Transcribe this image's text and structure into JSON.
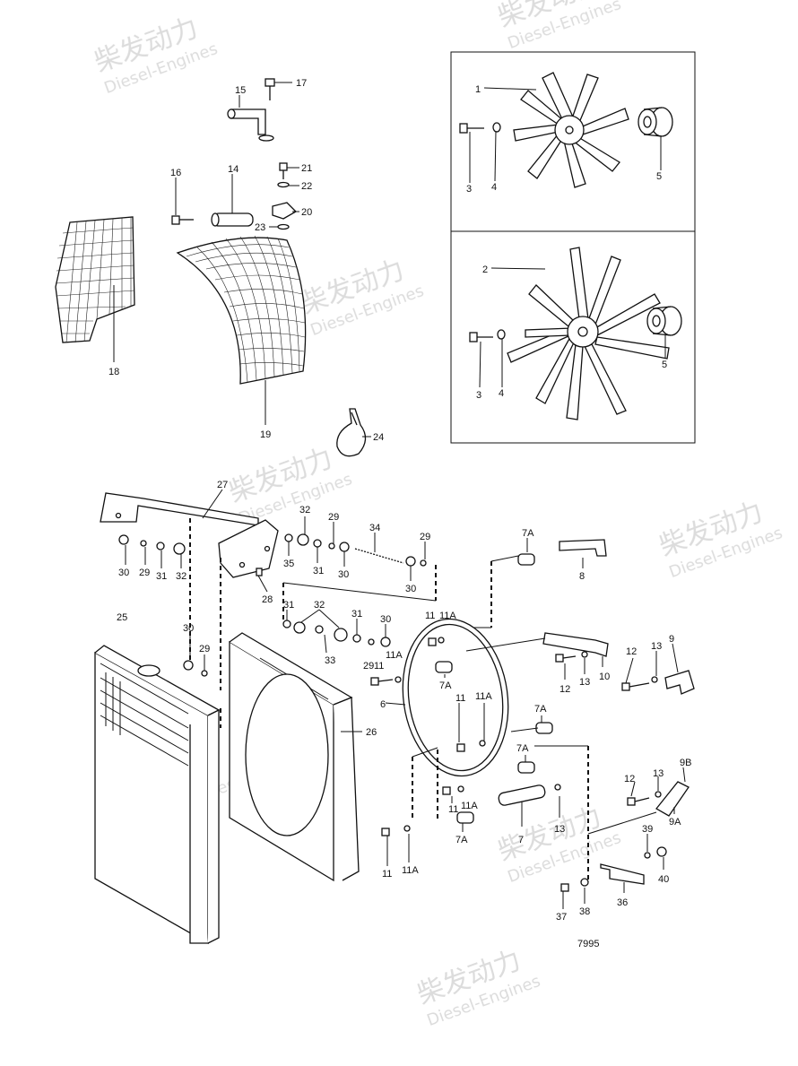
{
  "drawing_number": "7995",
  "watermark": {
    "brand_cn": "柴发动力",
    "brand_en": "Diesel-Engines"
  },
  "callouts": {
    "c1": "1",
    "c2": "2",
    "c3a": "3",
    "c3b": "3",
    "c4a": "4",
    "c4b": "4",
    "c5a": "5",
    "c5b": "5",
    "c6": "6",
    "c7": "7",
    "c7a_1": "7A",
    "c7a_2": "7A",
    "c7a_3": "7A",
    "c7a_4": "7A",
    "c7a_5": "7A",
    "c8": "8",
    "c9": "9",
    "c9a": "9A",
    "c9b": "9B",
    "c10": "10",
    "c11_1": "11",
    "c11_2": "11",
    "c11_3": "11",
    "c11_4": "11",
    "c11_5": "11",
    "c11a_1": "11A",
    "c11a_2": "11A",
    "c11a_3": "11A",
    "c11a_4": "11A",
    "c11a_5": "11A",
    "c12_1": "12",
    "c12_2": "12",
    "c12_3": "12",
    "c13_1": "13",
    "c13_2": "13",
    "c13_3": "13",
    "c13_4": "13",
    "c14": "14",
    "c15": "15",
    "c16": "16",
    "c17": "17",
    "c18": "18",
    "c19": "19",
    "c20": "20",
    "c21": "21",
    "c22": "22",
    "c23": "23",
    "c24": "24",
    "c25": "25",
    "c26": "26",
    "c27": "27",
    "c28": "28",
    "c29_1": "29",
    "c29_2": "29",
    "c29_3": "29",
    "c29_4": "29",
    "c29_5": "29",
    "c30_1": "30",
    "c30_2": "30",
    "c30_3": "30",
    "c30_4": "30",
    "c31_1": "31",
    "c31_2": "31",
    "c31_3": "31",
    "c31_4": "31",
    "c32_1": "32",
    "c32_2": "32",
    "c32_3": "32",
    "c33": "33",
    "c34": "34",
    "c35": "35",
    "c36": "36",
    "c37": "37",
    "c38": "38",
    "c39": "39",
    "c40": "40"
  }
}
